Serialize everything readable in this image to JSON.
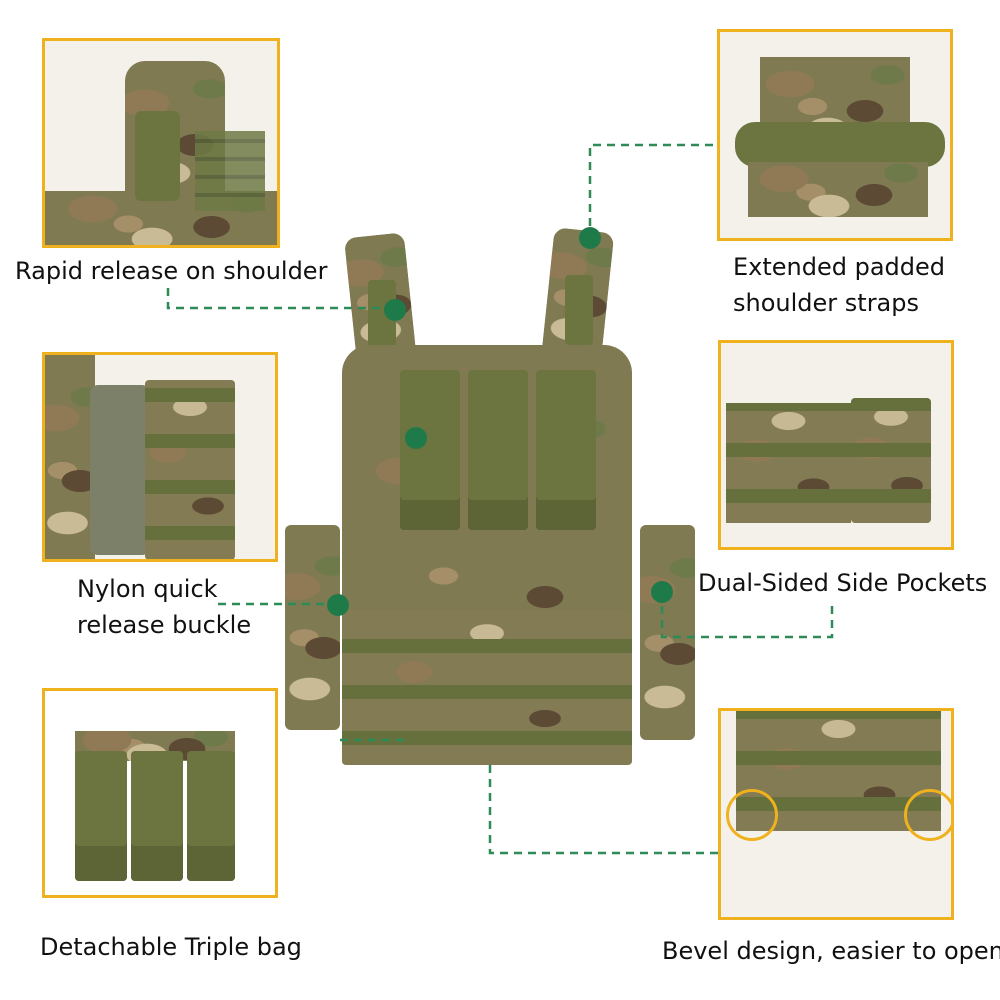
{
  "captions": {
    "rapid_release": "Rapid release on shoulder",
    "padded_straps_line1": "Extended padded",
    "padded_straps_line2": "shoulder straps",
    "nylon_buckle_line1": "Nylon quick",
    "nylon_buckle_line2": "release buckle",
    "side_pockets": "Dual-Sided Side Pockets",
    "triple_bag": "Detachable Triple bag",
    "bevel_design": "Bevel design, easier to open"
  },
  "colors": {
    "frame_border": "#f0b11e",
    "connector": "#2e8b57",
    "marker_dot": "#1f7a4a",
    "highlight_circle": "#f0b11e"
  }
}
